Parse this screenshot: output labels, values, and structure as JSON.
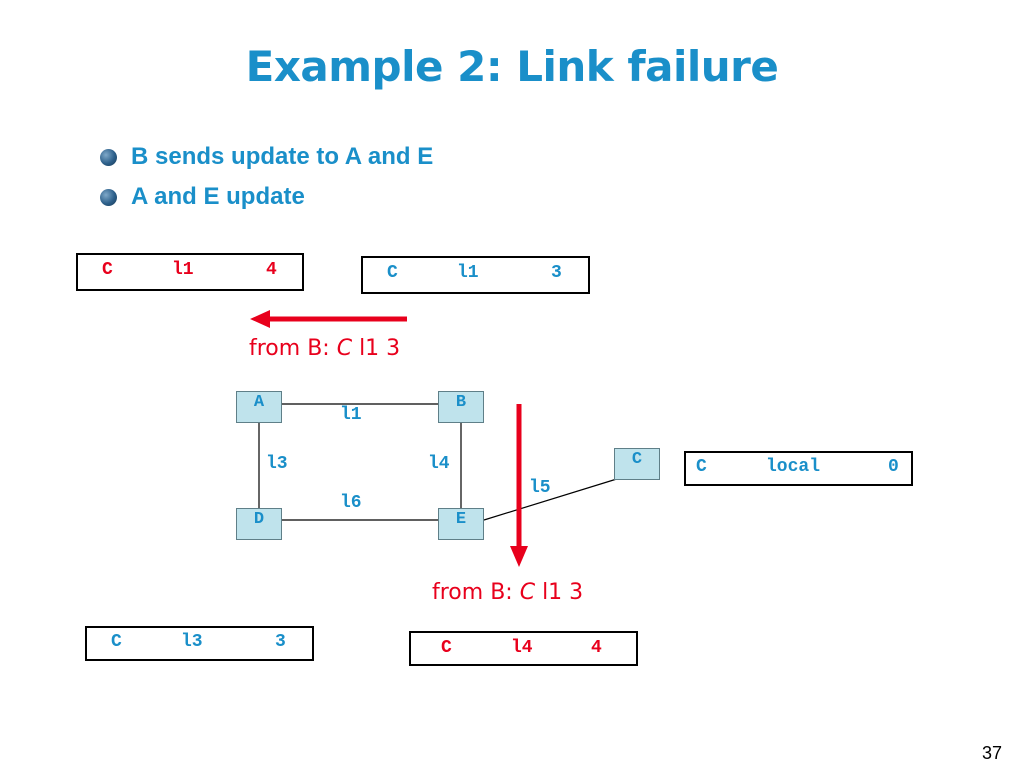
{
  "slide": {
    "title": "Example 2: Link failure",
    "bullets": [
      "B sends update to A and E",
      "A and E update"
    ],
    "page_number": "37"
  },
  "tables": {
    "a": {
      "dest": "C",
      "link": "l1",
      "cost": "4"
    },
    "b": {
      "dest": "C",
      "link": "l1",
      "cost": "3"
    },
    "c": {
      "dest": "C",
      "link": "local",
      "cost": "0"
    },
    "d": {
      "dest": "C",
      "link": "l3",
      "cost": "3"
    },
    "e": {
      "dest": "C",
      "link": "l4",
      "cost": "4"
    }
  },
  "nodes": {
    "a": "A",
    "b": "B",
    "c": "C",
    "d": "D",
    "e": "E"
  },
  "links": {
    "l1": "l1",
    "l3": "l3",
    "l4": "l4",
    "l5": "l5",
    "l6": "l6"
  },
  "messages": {
    "to_a": {
      "prefix": "from B: ",
      "dest": "C",
      "rest": " l1 3"
    },
    "to_e": {
      "prefix": "from B: ",
      "dest": "C",
      "rest": " l1 3"
    }
  },
  "colors": {
    "accent": "#1a8fc9",
    "update": "#e8001c",
    "node_fill": "#bfe3ec"
  }
}
